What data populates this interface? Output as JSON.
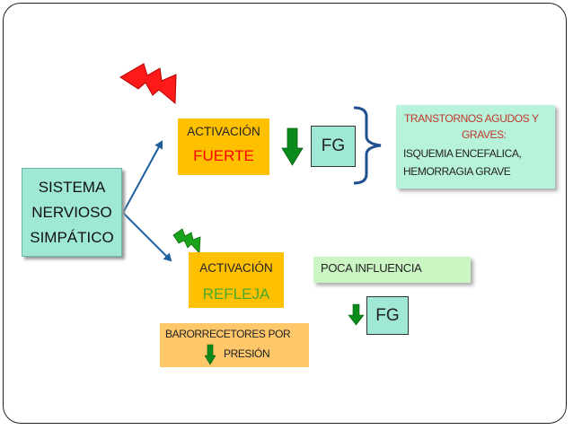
{
  "sistema": {
    "line1": "SISTEMA",
    "line2": "NERVIOSO",
    "line3": "SIMPÁTICO"
  },
  "activacion_fuerte": {
    "label": "ACTIVACIÓN",
    "value": "FUERTE",
    "value_color": "#ff0000"
  },
  "activacion_refleja": {
    "label": "ACTIVACIÓN",
    "value": "REFLEJA",
    "value_color": "#4aa82a"
  },
  "fg_top": "FG",
  "fg_bottom": "FG",
  "trastornos": {
    "line1": "TRANSTORNOS AGUDOS Y",
    "line2": "GRAVES:",
    "line3": "ISQUEMIA ENCEFALICA,",
    "line4": "HEMORRAGIA GRAVE",
    "title_color": "#c0392b"
  },
  "poca_influencia": "POCA INFLUENCIA",
  "barorrecetores": {
    "line1": "BARORRECETORES POR",
    "line2": "PRESIÓN"
  },
  "colors": {
    "arrow_blue": "#1f5f9f",
    "down_arrow_green": "#0a8a1a",
    "bolt_red": "#ff1a1a",
    "bolt_green": "#1aa31a"
  }
}
